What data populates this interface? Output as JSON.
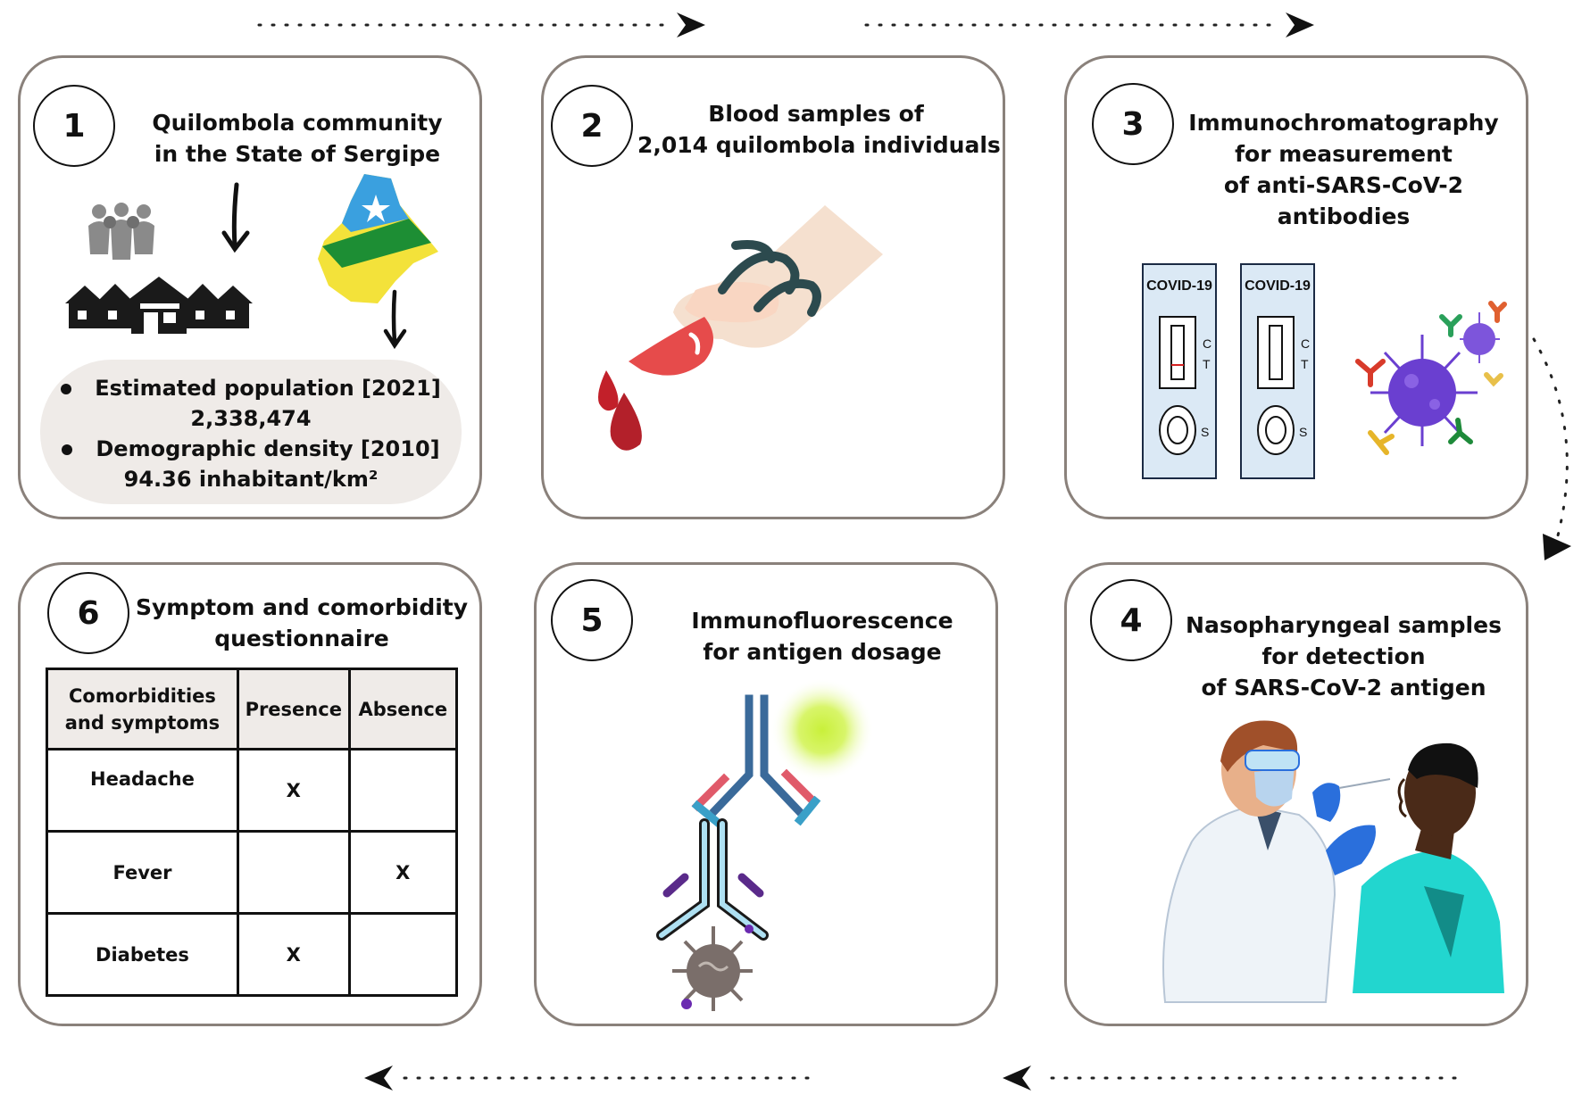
{
  "panels": [
    {
      "number": "1",
      "title": [
        "Quilombola community",
        "in the State of Sergipe"
      ],
      "stats": [
        "Estimated population [2021]",
        "2,338,474",
        "Demographic density [2010]",
        "94.36 inhabitant/km²"
      ]
    },
    {
      "number": "2",
      "title": [
        "Blood samples of",
        "2,014 quilombola individuals"
      ]
    },
    {
      "number": "3",
      "title": [
        "Immunochromatography",
        "for measurement",
        "of  anti-SARS-CoV-2",
        "antibodies"
      ],
      "test_strips": [
        {
          "label": "COVID-19",
          "marks": [
            "C",
            "T",
            "S"
          ]
        },
        {
          "label": "COVID-19",
          "marks": [
            "C",
            "T",
            "S"
          ]
        }
      ]
    },
    {
      "number": "4",
      "title": [
        "Nasopharyngeal samples",
        "for detection",
        "of SARS-CoV-2 antigen"
      ]
    },
    {
      "number": "5",
      "title": [
        "Immunofluorescence",
        "for antigen dosage"
      ]
    },
    {
      "number": "6",
      "title": [
        "Symptom and comorbidity",
        "questionnaire"
      ],
      "table": {
        "headers": [
          "Comorbidities and symptoms",
          "Presence",
          "Absence"
        ],
        "rows": [
          [
            "Headache",
            "X",
            ""
          ],
          [
            "Fever",
            "",
            "X"
          ],
          [
            "Diabetes",
            "X",
            ""
          ]
        ]
      }
    }
  ],
  "colors": {
    "panel_border": "#8a817b",
    "stats_bg": "#efebe8",
    "blood": "#b3202a",
    "virus": "#6a3fd0",
    "strip": "#dbe9f5",
    "patient_shirt": "#22d6cf",
    "glove": "#2a6fdc"
  }
}
